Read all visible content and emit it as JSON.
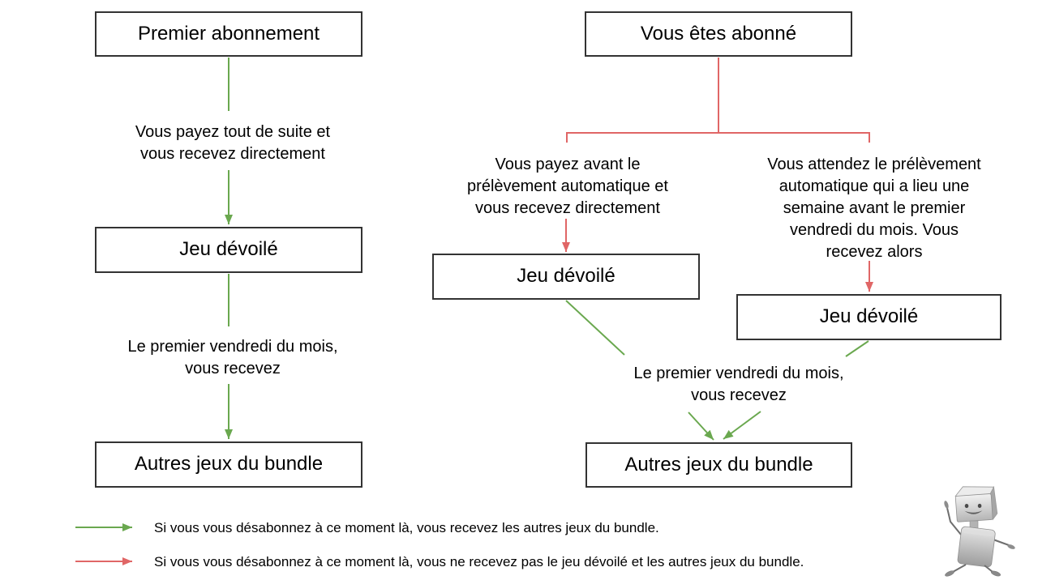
{
  "colors": {
    "green": "#6aa84f",
    "red": "#e06666",
    "box_border": "#333333",
    "text": "#000000",
    "background": "#ffffff"
  },
  "flow_left": {
    "start_box": "Premier abonnement",
    "edge1_label": "Vous payez tout de suite et\nvous recevez directement",
    "middle_box": "Jeu dévoilé",
    "edge2_label": "Le premier vendredi du mois,\nvous recevez",
    "end_box": "Autres jeux du bundle"
  },
  "flow_right": {
    "start_box": "Vous êtes abonné",
    "left_branch_label": "Vous payez avant le\nprélèvement automatique et\nvous recevez directement",
    "left_branch_box": "Jeu dévoilé",
    "right_branch_label": "Vous attendez le prélèvement\nautomatique qui a lieu une\nsemaine avant le premier\nvendredi du mois. Vous\nrecevez alors",
    "right_branch_box": "Jeu dévoilé",
    "merge_label": "Le premier vendredi du mois,\nvous recevez",
    "end_box": "Autres jeux du bundle"
  },
  "legend": {
    "green_item": "Si vous vous désabonnez à ce moment là, vous recevez les autres jeux du bundle.",
    "red_item": "Si vous vous désabonnez à ce moment là, vous ne recevez pas le jeu dévoilé et les autres jeux du bundle."
  }
}
